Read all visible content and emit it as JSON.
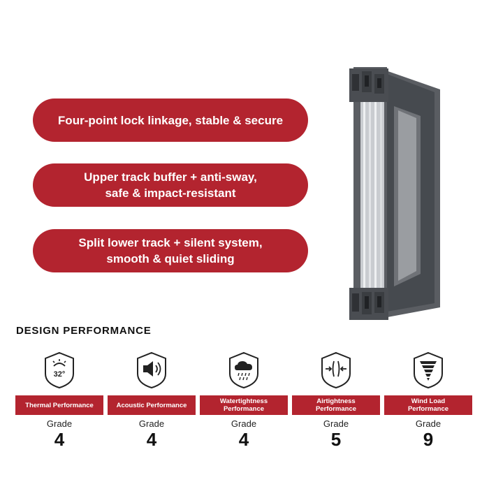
{
  "features": [
    {
      "lines": [
        "Four-point lock linkage, stable & secure"
      ]
    },
    {
      "lines": [
        "Upper track buffer + anti-sway,",
        "safe & impact-resistant"
      ]
    },
    {
      "lines": [
        "Split lower track + silent system,",
        "smooth & quiet sliding"
      ]
    }
  ],
  "section_title": "DESIGN PERFORMANCE",
  "thermal_icon_text": "32°",
  "performance": [
    {
      "icon": "thermal-icon",
      "label_lines": [
        "Thermal Performance"
      ],
      "grade_label": "Grade",
      "grade": "4"
    },
    {
      "icon": "speaker-icon",
      "label_lines": [
        "Acoustic Performance"
      ],
      "grade_label": "Grade",
      "grade": "4"
    },
    {
      "icon": "rain-cloud-icon",
      "label_lines": [
        "Watertightness",
        "Performance"
      ],
      "grade_label": "Grade",
      "grade": "4"
    },
    {
      "icon": "airflow-icon",
      "label_lines": [
        "Airtightness",
        "Performance"
      ],
      "grade_label": "Grade",
      "grade": "5"
    },
    {
      "icon": "tornado-icon",
      "label_lines": [
        "Wind Load",
        "Performance"
      ],
      "grade_label": "Grade",
      "grade": "9"
    }
  ],
  "colors": {
    "accent": "#b3242f",
    "frame": "#4a4d52",
    "text": "#111111"
  }
}
